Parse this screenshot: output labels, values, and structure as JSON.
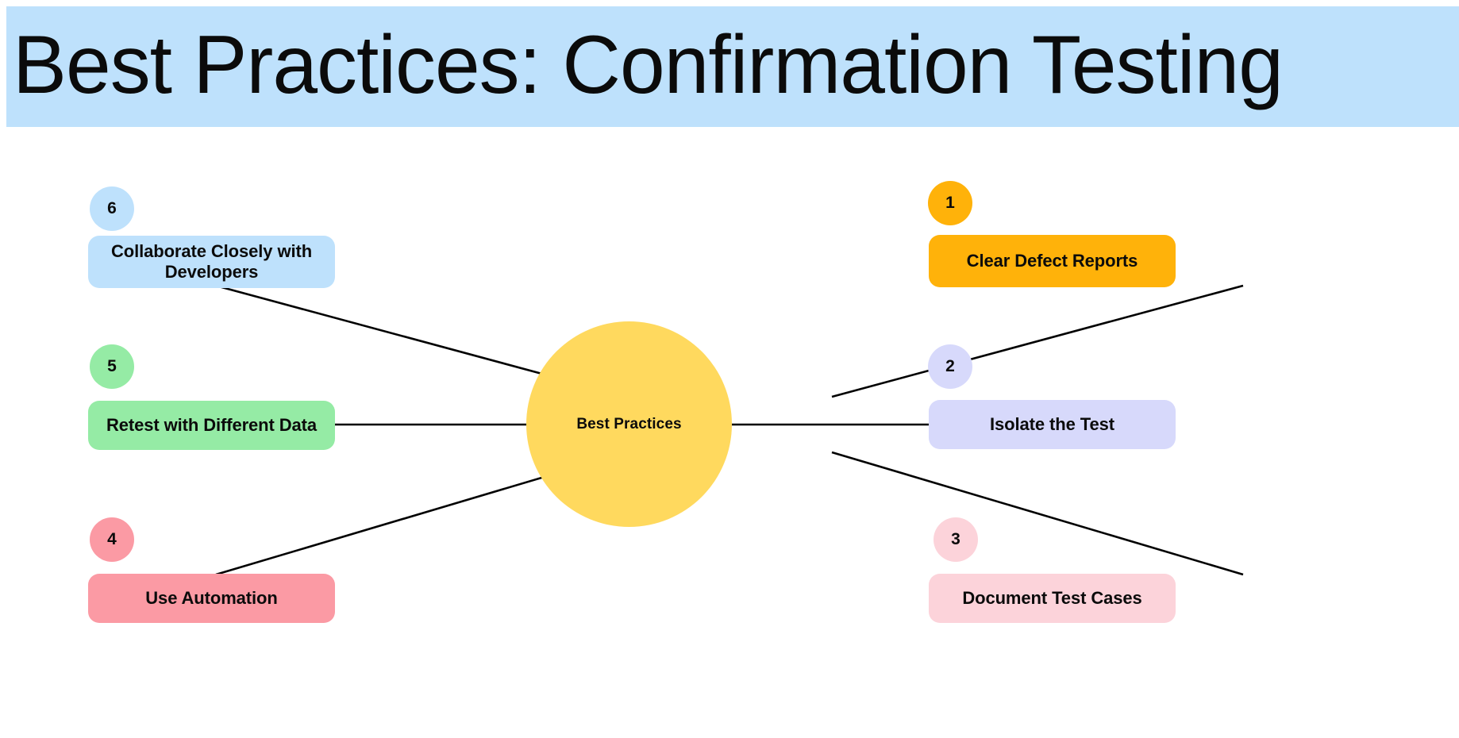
{
  "header": {
    "title": "Best Practices: Confirmation Testing",
    "background_color": "#BEE1FC"
  },
  "diagram": {
    "type": "mind-map",
    "center": {
      "label": "Best Practices",
      "color": "#FFD95E",
      "shape": "circle"
    },
    "branches": [
      {
        "number": "1",
        "label": "Clear Defect Reports",
        "color": "#FFB20A",
        "side": "right",
        "row": "top"
      },
      {
        "number": "2",
        "label": "Isolate the Test",
        "color": "#D7D9FB",
        "side": "right",
        "row": "middle"
      },
      {
        "number": "3",
        "label": "Document Test Cases",
        "color": "#FCD3DA",
        "side": "right",
        "row": "bottom"
      },
      {
        "number": "4",
        "label": "Use Automation",
        "color": "#FB9AA4",
        "side": "left",
        "row": "bottom"
      },
      {
        "number": "5",
        "label": "Retest with Different Data",
        "color": "#95EBA5",
        "side": "left",
        "row": "middle"
      },
      {
        "number": "6",
        "label": "Collaborate Closely with Developers",
        "color": "#BEE1FC",
        "side": "left",
        "row": "top"
      }
    ],
    "connector_color": "#000000"
  }
}
